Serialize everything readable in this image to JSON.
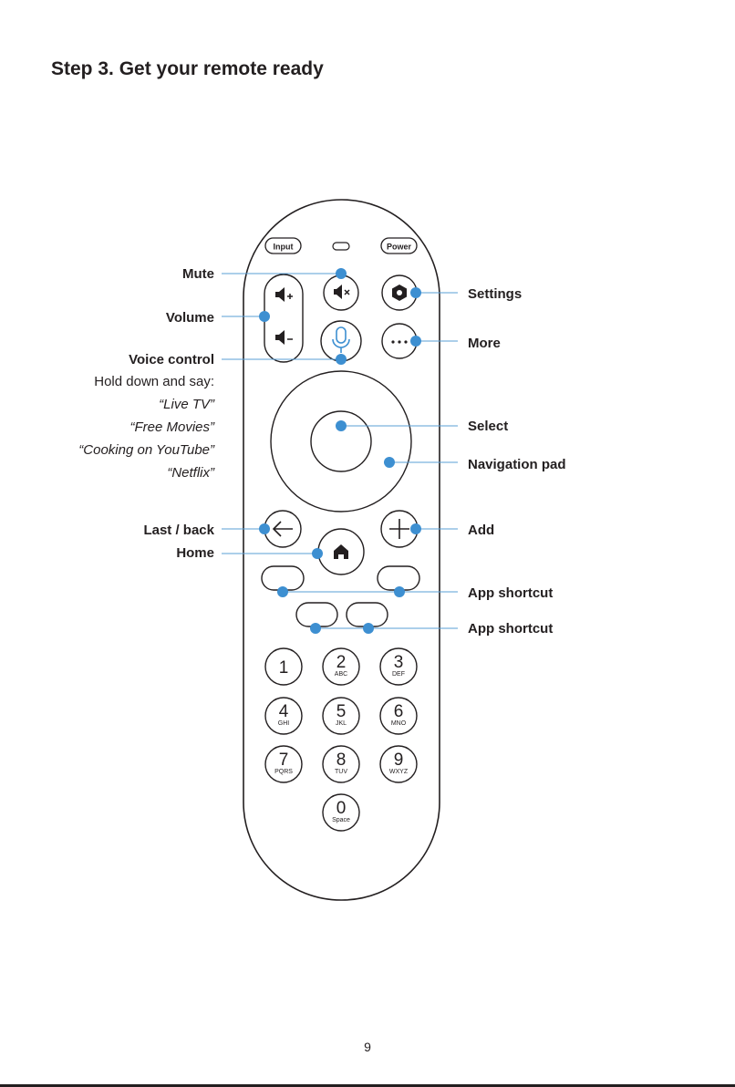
{
  "heading": "Step 3. Get your remote ready",
  "page_number": "9",
  "remote": {
    "input_label": "Input",
    "power_label": "Power",
    "keys": [
      {
        "digit": "1",
        "letters": ""
      },
      {
        "digit": "2",
        "letters": "ABC"
      },
      {
        "digit": "3",
        "letters": "DEF"
      },
      {
        "digit": "4",
        "letters": "GHI"
      },
      {
        "digit": "5",
        "letters": "JKL"
      },
      {
        "digit": "6",
        "letters": "MNO"
      },
      {
        "digit": "7",
        "letters": "PQRS"
      },
      {
        "digit": "8",
        "letters": "TUV"
      },
      {
        "digit": "9",
        "letters": "WXYZ"
      },
      {
        "digit": "0",
        "letters": "Space"
      }
    ]
  },
  "callouts_left": {
    "mute": "Mute",
    "volume": "Volume",
    "voice_control": "Voice control",
    "last_back": "Last / back",
    "home": "Home"
  },
  "voice_note": {
    "intro": "Hold down and say:",
    "phrases": [
      "“Live TV”",
      "“Free Movies”",
      "“Cooking on YouTube”",
      "“Netflix”"
    ]
  },
  "callouts_right": {
    "settings": "Settings",
    "more": "More",
    "select": "Select",
    "navigation_pad": "Navigation pad",
    "add": "Add",
    "app_shortcut_1": "App shortcut",
    "app_shortcut_2": "App shortcut"
  },
  "colors": {
    "callout_dot": "#3d8fd1",
    "callout_line": "#5a9fd6",
    "outline": "#231f20"
  }
}
